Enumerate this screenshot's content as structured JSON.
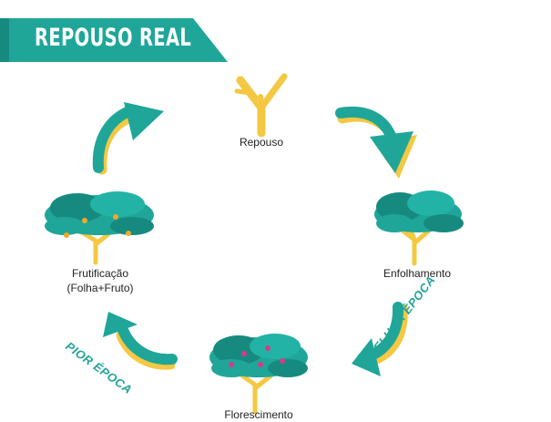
{
  "banner": {
    "title": "REPOUSO REAL",
    "color": "#1fa699"
  },
  "stages": {
    "repouso": "Repouso",
    "enfolhamento": "Enfolhamento",
    "florescimento": "Florescimento",
    "frutificacao_line1": "Frutificação",
    "frutificacao_line2": "(Folha+Fruto)"
  },
  "arc_labels": {
    "melhor": "MELHOR ÉPOCA",
    "pior": "PIOR ÉPOCA"
  },
  "colors": {
    "teal": "#1fa699",
    "teal_dark": "#178a80",
    "yellow": "#f4c842",
    "flower": "#d63a8a",
    "fruit": "#f0a92a"
  }
}
